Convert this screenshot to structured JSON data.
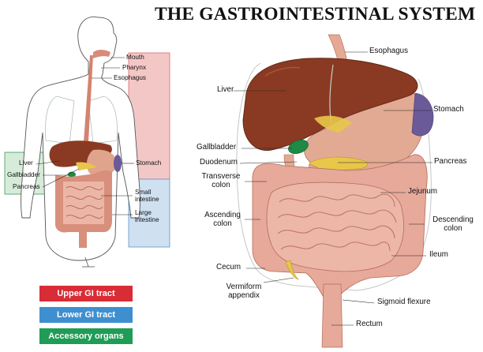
{
  "title": "THE GASTROINTESTINAL SYSTEM",
  "small_figure": {
    "labels": {
      "mouth": "Mouth",
      "pharynx": "Pharynx",
      "esophagus": "Esophagus",
      "liver": "Liver",
      "gallbladder": "Gallbladder",
      "pancreas": "Pancreas",
      "stomach": "Stomach",
      "small_intestine": "Small intestine",
      "large_intestine": "Large intestine"
    }
  },
  "legend": {
    "upper": "Upper GI tract",
    "lower": "Lower GI tract",
    "accessory": "Accessory organs"
  },
  "main_figure": {
    "labels": {
      "esophagus": "Esophagus",
      "liver": "Liver",
      "stomach": "Stomach",
      "gallbladder": "Gallbladder",
      "duodenum": "Duodenum",
      "pancreas": "Pancreas",
      "transverse_colon": "Transverse colon",
      "jejunum": "Jejunum",
      "ascending_colon": "Ascending colon",
      "descending_colon": "Descending colon",
      "ileum": "Ileum",
      "cecum": "Cecum",
      "vermiform_appendix": "Vermiform appendix",
      "sigmoid_flexure": "Sigmoid flexure",
      "rectum": "Rectum"
    }
  },
  "colors": {
    "upper_gi": "#d82d36",
    "lower_gi": "#3e8fd0",
    "accessory": "#1f9c56",
    "liver": "#8a3a22",
    "stomach": "#e0a48c",
    "intestine": "#e6a99a",
    "gallbladder": "#1e8a45",
    "pancreas": "#e8c64a",
    "spleen": "#6b5a9a"
  }
}
